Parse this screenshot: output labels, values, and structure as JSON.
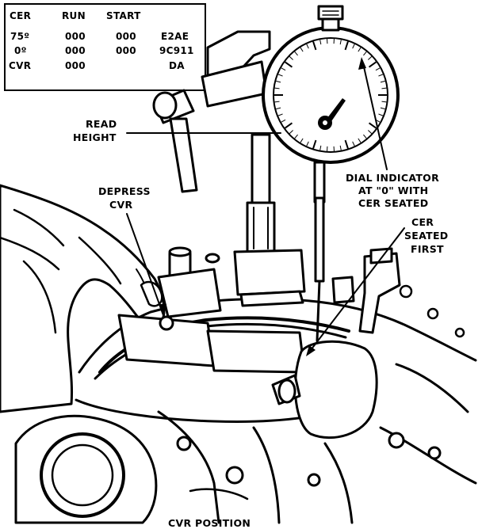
{
  "spec_table": {
    "headers": [
      "CER",
      "RUN",
      "START"
    ],
    "rows": [
      {
        "label": "75º",
        "run": "000",
        "start": "000",
        "code": "E2AE"
      },
      {
        "label": "0º",
        "run": "000",
        "start": "000",
        "code": "9C911"
      },
      {
        "label": "CVR",
        "run": "000",
        "start": "",
        "code": "DA"
      }
    ]
  },
  "callouts": {
    "read_height": [
      "READ",
      "HEIGHT"
    ],
    "depress_cvr": [
      "DEPRESS",
      "CVR"
    ],
    "dial_indicator": [
      "DIAL INDICATOR",
      "AT \"0\" WITH",
      "CER SEATED"
    ],
    "cer_seated_first": [
      "CER",
      "SEATED",
      "FIRST"
    ]
  },
  "caption": "CVR POSITION"
}
